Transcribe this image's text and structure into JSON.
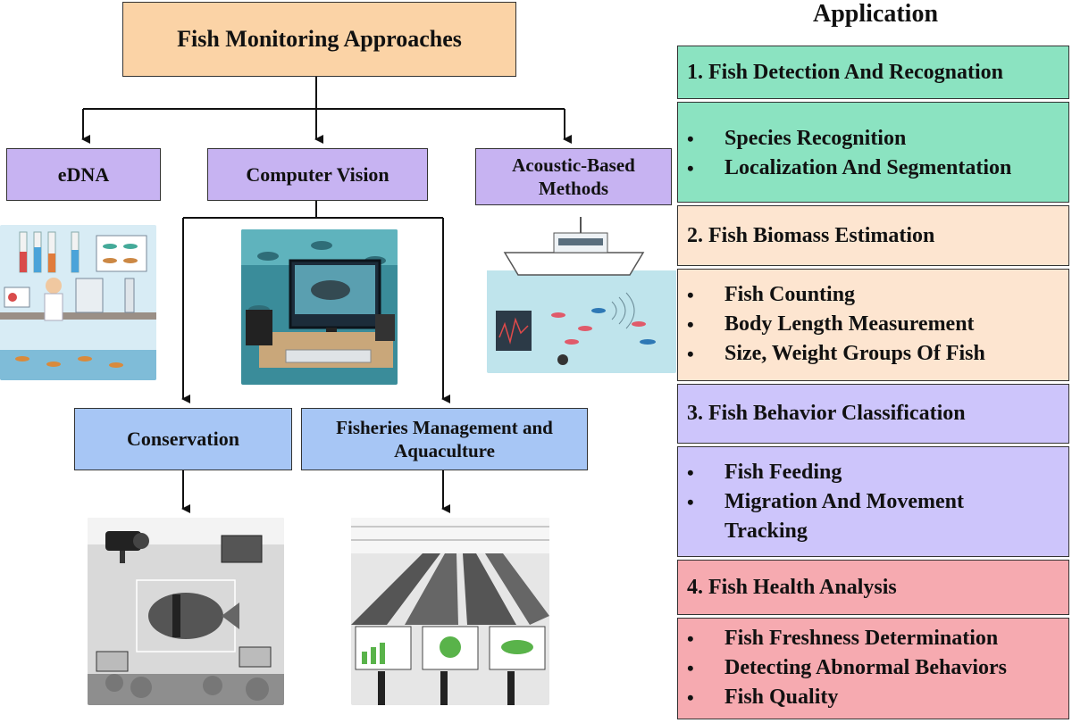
{
  "root": {
    "label": "Fish Monitoring Approaches"
  },
  "methods": {
    "edna": "eDNA",
    "cv": "Computer Vision",
    "acoustic": "Acoustic-Based Methods"
  },
  "uses": {
    "conservation": "Conservation",
    "fisheries": "Fisheries Management and Aquaculture"
  },
  "application": {
    "title": "Application",
    "sections": [
      {
        "heading": "1. Fish Detection And Recognation",
        "items": [
          "Species Recognition",
          "Localization And Segmentation"
        ],
        "color": "#8be3c1"
      },
      {
        "heading": "2. Fish Biomass Estimation",
        "items": [
          "Fish Counting",
          "Body Length Measurement",
          "Size, Weight Groups Of Fish"
        ],
        "color": "#fde5d0"
      },
      {
        "heading": "3. Fish Behavior Classification",
        "items": [
          "Fish Feeding",
          "Migration And Movement Tracking"
        ],
        "color": "#cdc5fb"
      },
      {
        "heading": "4. Fish Health Analysis",
        "items": [
          "Fish Freshness Determination",
          "Detecting Abnormal Behaviors",
          "Fish Quality"
        ],
        "color": "#f6aab0"
      }
    ]
  },
  "illustrations": {
    "edna": "lab-scientist-illustration",
    "cv": "underwater-computer-illustration",
    "acoustic": "sonar-boat-illustration",
    "conservation": "camera-fish-monitoring-illustration",
    "fisheries": "aquaculture-facility-illustration"
  }
}
